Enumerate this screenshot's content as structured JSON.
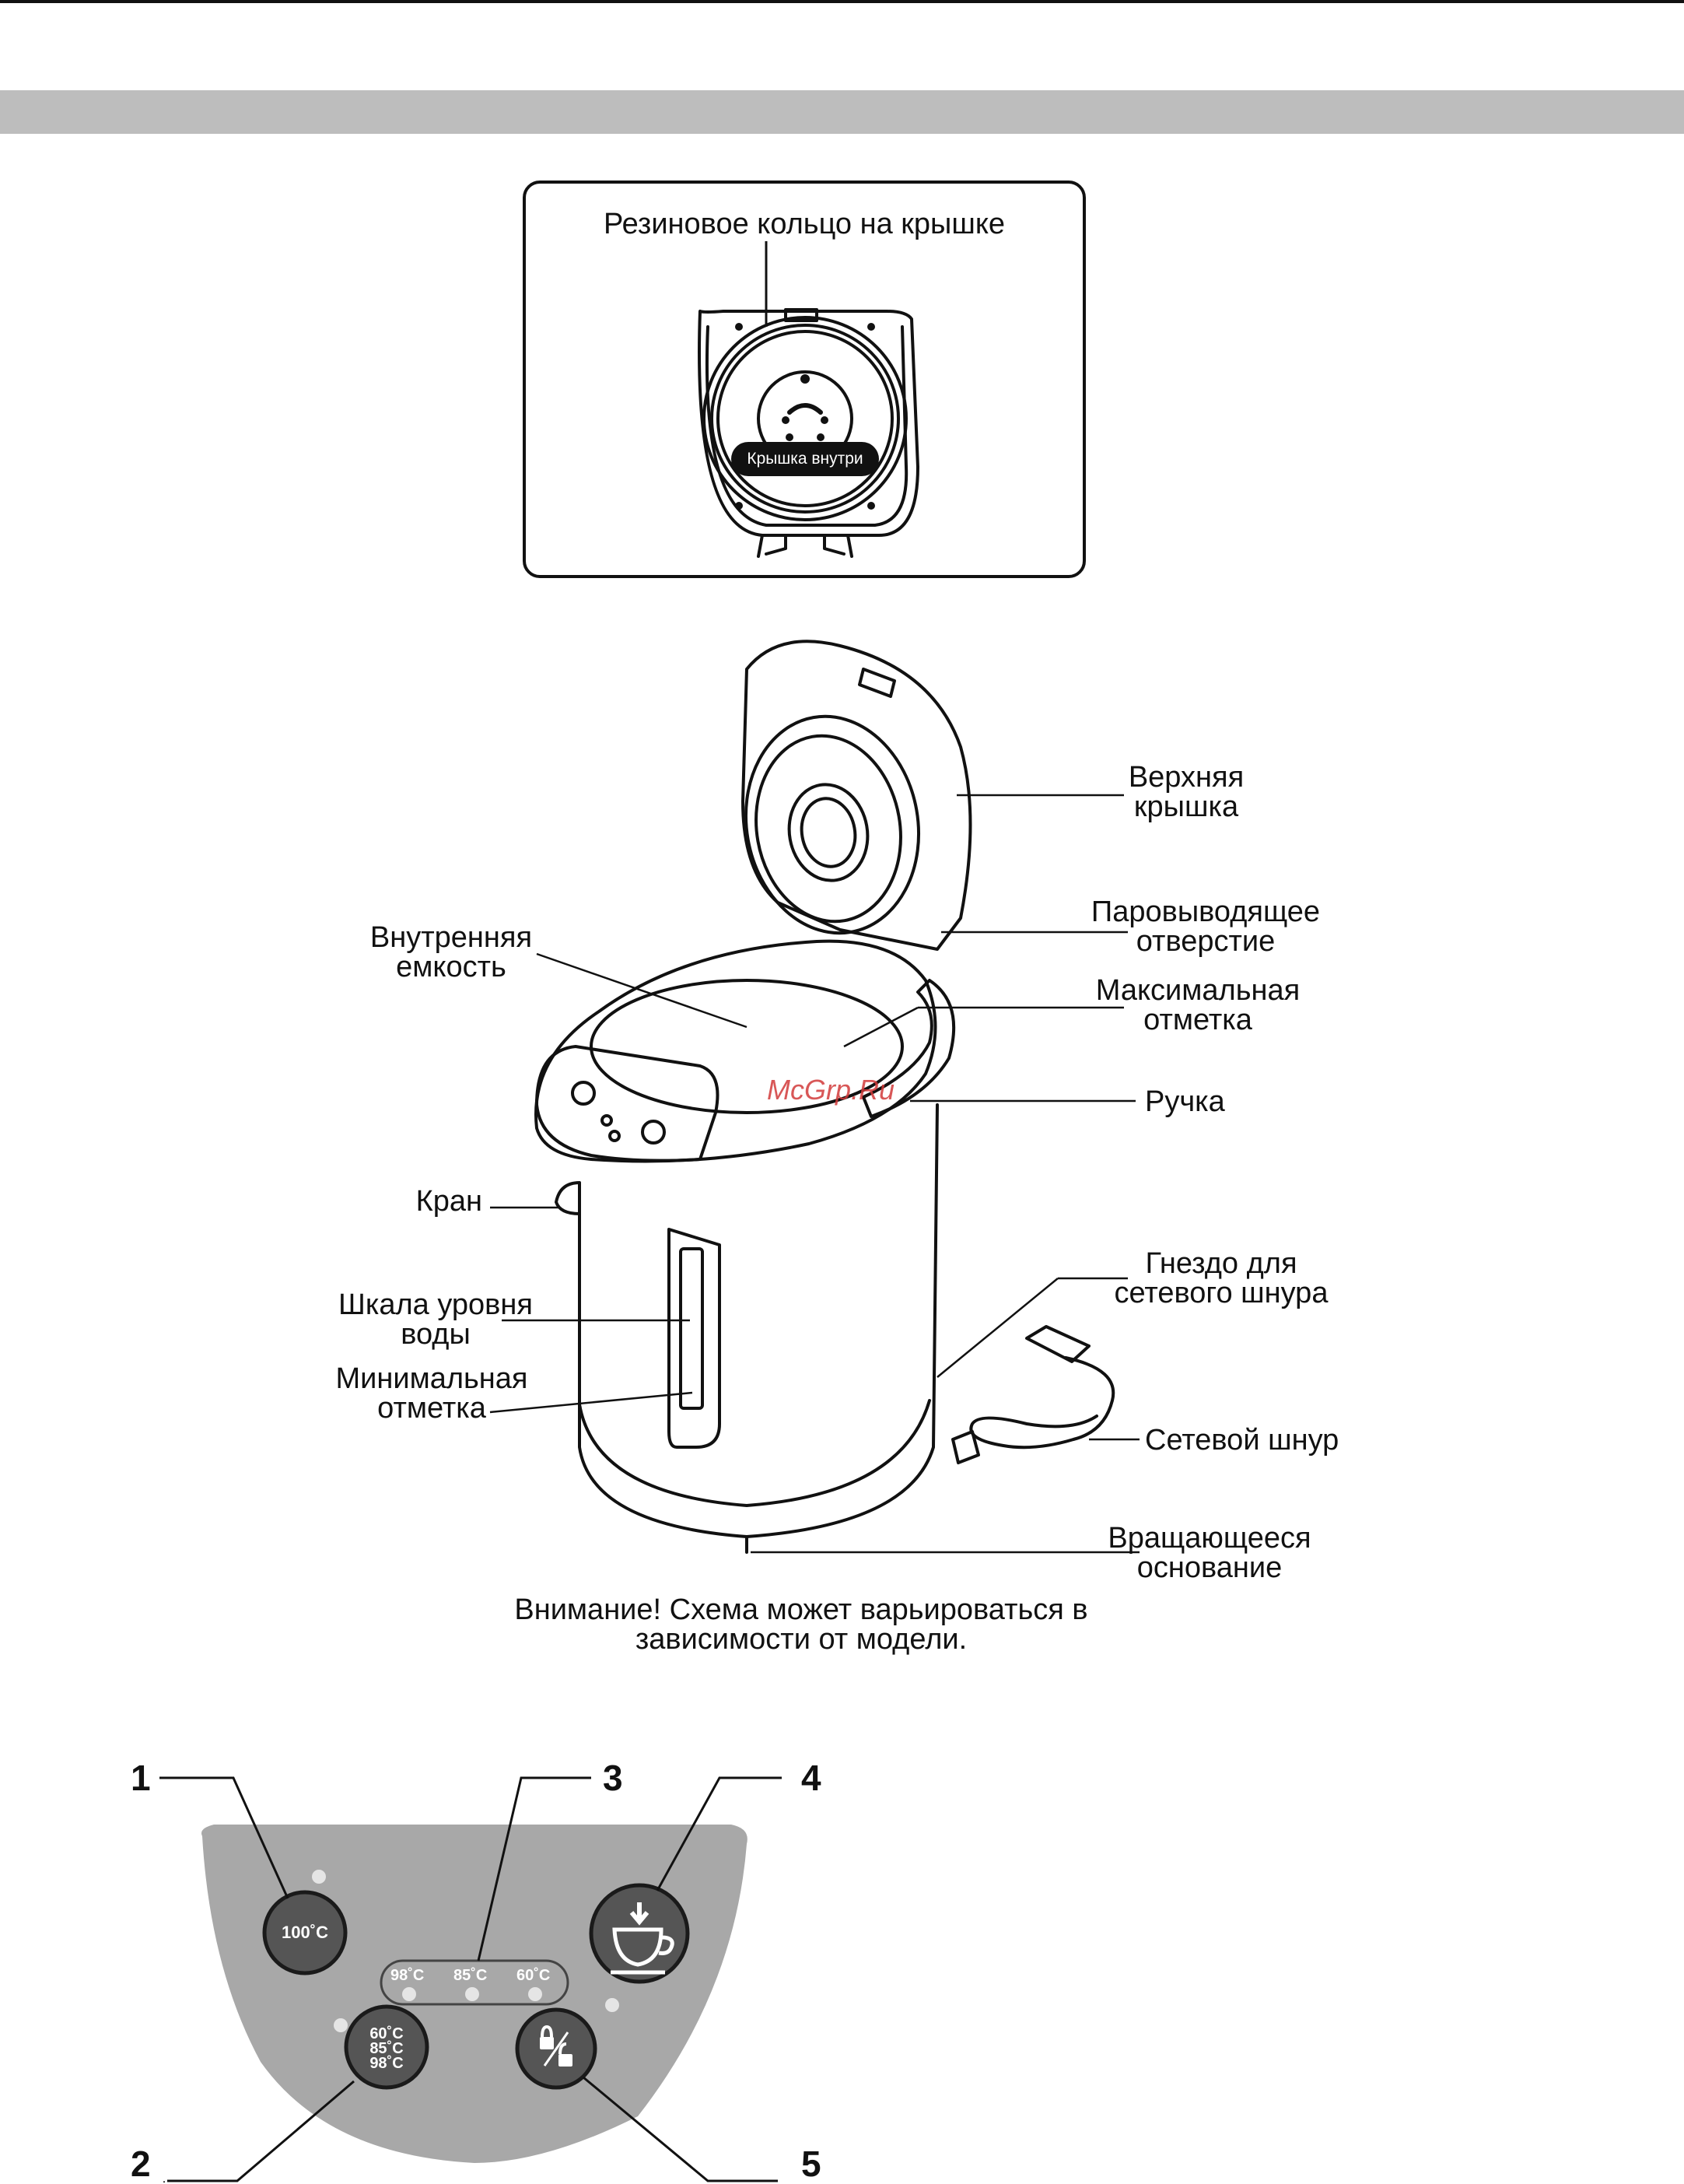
{
  "lid_box": {
    "title": "Резиновое кольцо на крышке",
    "badge": "Крышка внутри"
  },
  "labels": {
    "top_lid": [
      "Верхняя",
      "крышка"
    ],
    "steam_vent": [
      "Паровыводящее",
      "отверстие"
    ],
    "inner_tank": [
      "Внутренняя",
      "емкость"
    ],
    "max_mark": [
      "Максимальная",
      "отметка"
    ],
    "handle": "Ручка",
    "tap": "Кран",
    "socket": [
      "Гнездо для",
      "сетевого шнура"
    ],
    "water_scale": [
      "Шкала уровня",
      "воды"
    ],
    "min_mark": [
      "Минимальная",
      "отметка"
    ],
    "power_cord": "Сетевой шнур",
    "rotating_base": [
      "Вращающееся",
      "основание"
    ]
  },
  "note": [
    "Внимание! Схема может варьироваться в",
    "зависимости от модели."
  ],
  "watermark": "McGrp.Ru",
  "panel": {
    "numbers": [
      "1",
      "2",
      "3",
      "4",
      "5"
    ],
    "boil_button": "100˚C",
    "temp_button": [
      "60˚C",
      "85˚C",
      "98˚C"
    ],
    "temp_indicators": [
      "98˚C",
      "85˚C",
      "60˚C"
    ]
  }
}
